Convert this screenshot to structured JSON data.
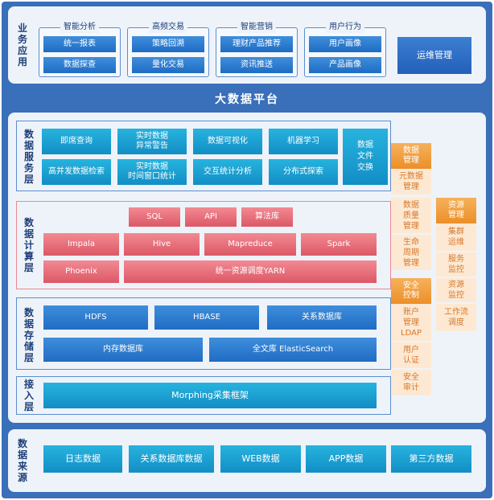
{
  "app_layer": {
    "label": "业务应用",
    "groups": [
      {
        "title": "智能分析",
        "items": [
          "统一报表",
          "数据探查"
        ]
      },
      {
        "title": "高频交易",
        "items": [
          "策略回溯",
          "量化交易"
        ]
      },
      {
        "title": "智能营销",
        "items": [
          "理财产品推荐",
          "资讯推送"
        ]
      },
      {
        "title": "用户行为",
        "items": [
          "用户画像",
          "产品画像"
        ]
      }
    ],
    "ops": "运维管理"
  },
  "platform_title": "大数据平台",
  "service_layer": {
    "label": "数据服务层",
    "row1": [
      "即席查询",
      "实时数据\n异常警告",
      "数据可视化",
      "机器学习"
    ],
    "row2": [
      "高并发数据检索",
      "实时数据\n时间窗口统计",
      "交互统计分析",
      "分布式探索"
    ],
    "exchange": "数据\n文件\n交换"
  },
  "compute_layer": {
    "label": "数据计算层",
    "row1": [
      "SQL",
      "API",
      "算法库"
    ],
    "row2": [
      "Impala",
      "Hive",
      "Mapreduce",
      "Spark"
    ],
    "row3": [
      "Phoenix",
      "统一资源调度YARN"
    ]
  },
  "storage_layer": {
    "label": "数据存储层",
    "row1": [
      "HDFS",
      "HBASE",
      "关系数据库"
    ],
    "row2": [
      "内存数据库",
      "全文库 ElasticSearch"
    ]
  },
  "ingest_layer": {
    "label": "接入层",
    "framework": "Morphing采集框架"
  },
  "data_mgmt": {
    "header": "数据\n管理",
    "items": [
      "元数据\n管理",
      "数据\n质量\n管理",
      "生命\n周期\n管理"
    ]
  },
  "security": {
    "header": "安全\n控制",
    "items": [
      "账户\n管理\nLDAP",
      "用户\n认证",
      "安全\n审计"
    ]
  },
  "resource_mgmt": {
    "header": "资源\n管理",
    "items": [
      "集群\n运维",
      "服务\n监控",
      "资源\n监控",
      "工作流\n调度"
    ]
  },
  "source_layer": {
    "label": "数据来源",
    "items": [
      "日志数据",
      "关系数据库数据",
      "WEB数据",
      "APP数据",
      "第三方数据"
    ]
  },
  "colors": {
    "frame": "#3a6fb9",
    "panel": "#eef3fa",
    "blue_button": "#1f6cc4",
    "teal_button": "#128ec5",
    "red_button": "#dc5866",
    "orange": "#ec8f28"
  }
}
